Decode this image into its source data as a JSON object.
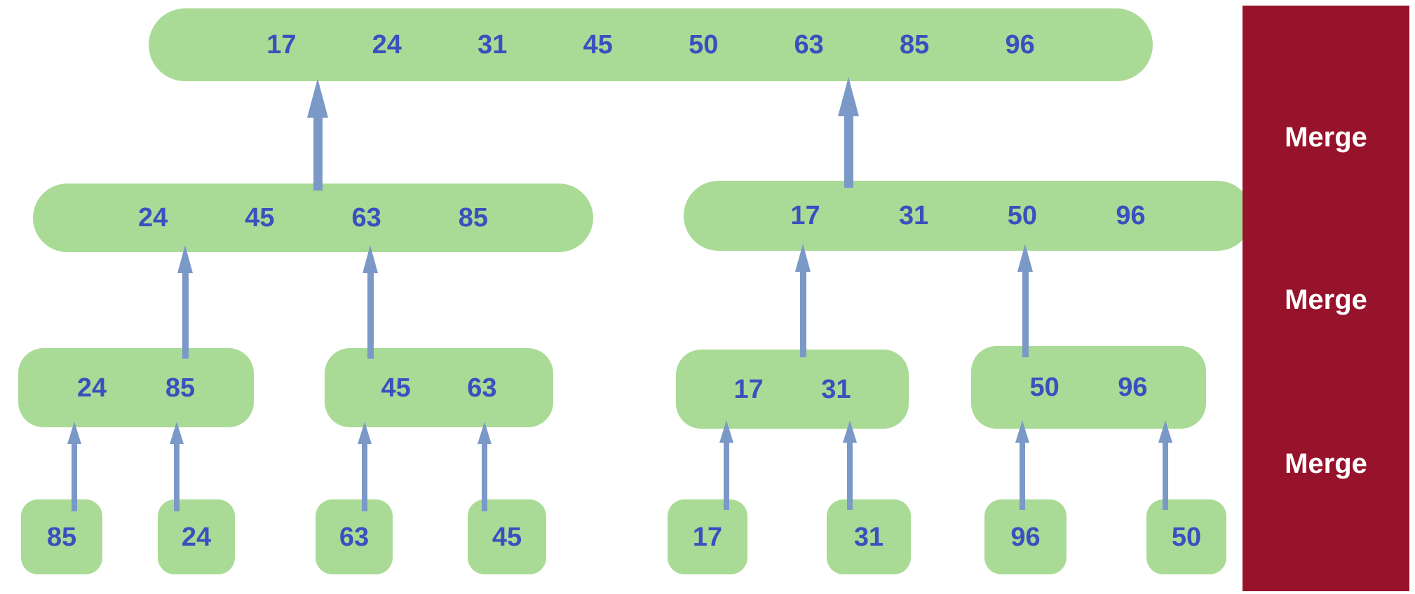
{
  "levels": [
    {
      "name": "sorted-array",
      "groups": [
        {
          "values": [
            "17",
            "24",
            "31",
            "45",
            "50",
            "63",
            "85",
            "96"
          ]
        }
      ]
    },
    {
      "name": "half-arrays",
      "groups": [
        {
          "values": [
            "24",
            "45",
            "63",
            "85"
          ]
        },
        {
          "values": [
            "17",
            "31",
            "50",
            "96"
          ]
        }
      ]
    },
    {
      "name": "pair-arrays",
      "groups": [
        {
          "values": [
            "24",
            "85"
          ]
        },
        {
          "values": [
            "45",
            "63"
          ]
        },
        {
          "values": [
            "17",
            "31"
          ]
        },
        {
          "values": [
            "50",
            "96"
          ]
        }
      ]
    },
    {
      "name": "single-elements",
      "groups": [
        {
          "values": [
            "85"
          ]
        },
        {
          "values": [
            "24"
          ]
        },
        {
          "values": [
            "63"
          ]
        },
        {
          "values": [
            "45"
          ]
        },
        {
          "values": [
            "17"
          ]
        },
        {
          "values": [
            "31"
          ]
        },
        {
          "values": [
            "96"
          ]
        },
        {
          "values": [
            "50"
          ]
        }
      ]
    }
  ],
  "sidebar": {
    "labels": [
      "Merge",
      "Merge",
      "Merge"
    ]
  },
  "colors": {
    "node_fill": "#a9db96",
    "number_text": "#3a50bf",
    "arrow": "#7b99c7",
    "sidebar_bg": "#97122b",
    "sidebar_text": "#ffffff",
    "background": "#ffffff"
  }
}
